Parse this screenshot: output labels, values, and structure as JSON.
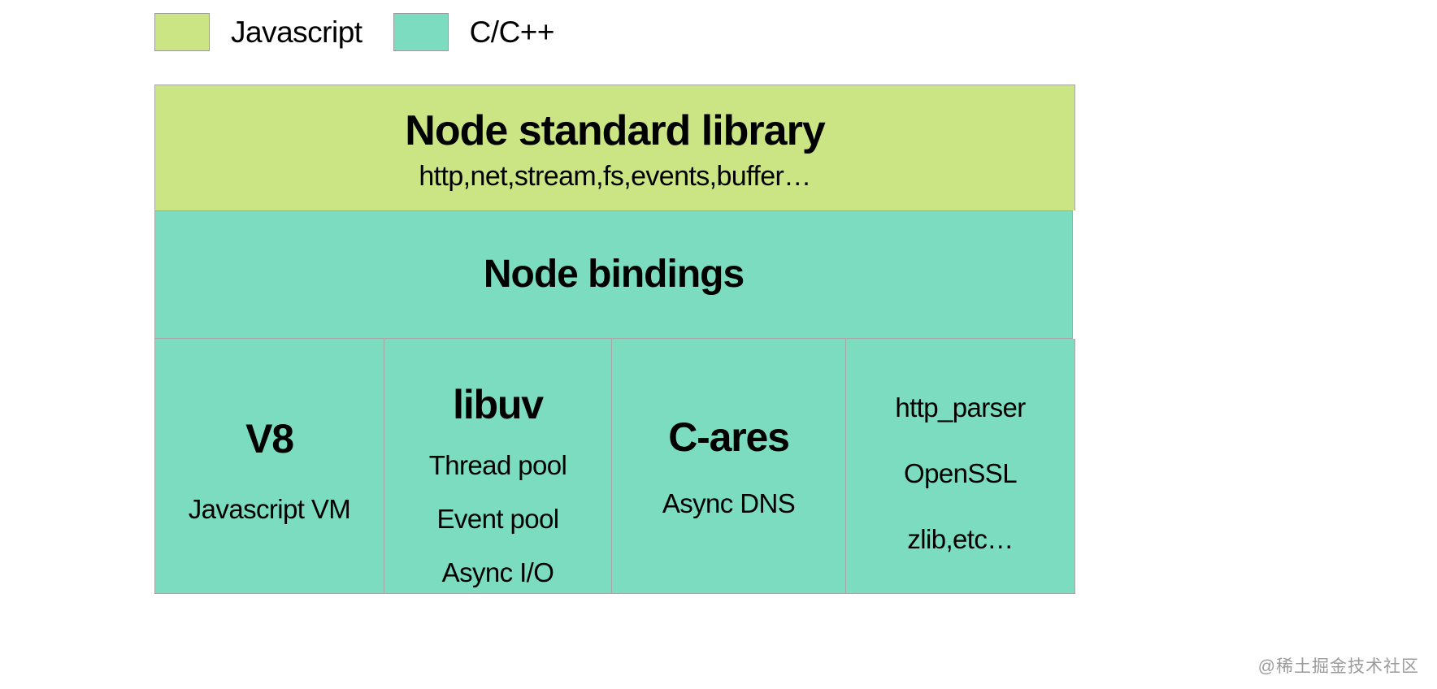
{
  "legend": {
    "items": [
      {
        "label": "Javascript",
        "color": "#cbe585",
        "swatch_icon": "color-swatch-icon"
      },
      {
        "label": "C/C++",
        "color": "#7cdcc0",
        "swatch_icon": "color-swatch-icon"
      }
    ]
  },
  "diagram": {
    "layers": [
      {
        "id": "node-standard-library",
        "title": "Node standard library",
        "subtitle": "http,net,stream,fs,events,buffer…",
        "color": "#cbe585",
        "category": "Javascript"
      },
      {
        "id": "node-bindings",
        "title": "Node bindings",
        "color": "#7cdcc0",
        "category": "C/C++"
      }
    ],
    "components": [
      {
        "id": "v8",
        "title": "V8",
        "lines": [
          "Javascript VM"
        ],
        "color": "#7cdcc0"
      },
      {
        "id": "libuv",
        "title": "libuv",
        "lines": [
          "Thread pool",
          "Event pool",
          "Async I/O"
        ],
        "color": "#7cdcc0"
      },
      {
        "id": "c-ares",
        "title": "C-ares",
        "lines": [
          "Async DNS"
        ],
        "color": "#7cdcc0"
      },
      {
        "id": "extras",
        "title": "",
        "lines": [
          "http_parser",
          "OpenSSL",
          "zlib,etc…"
        ],
        "color": "#7cdcc0"
      }
    ]
  },
  "watermark": {
    "text": "@稀土掘金技术社区"
  }
}
